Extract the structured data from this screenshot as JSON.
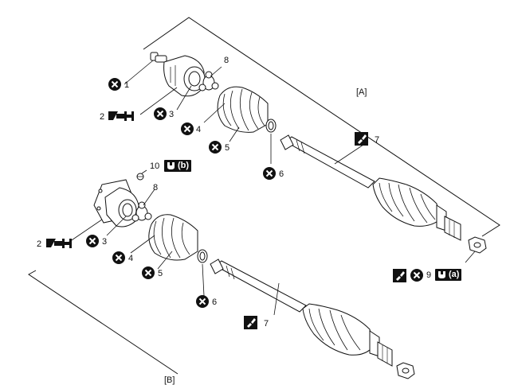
{
  "diagram": {
    "groups": [
      {
        "id": "A",
        "label": "[A]"
      },
      {
        "id": "B",
        "label": "[B]"
      }
    ],
    "callouts": {
      "n1": "1",
      "n2": "2",
      "n3": "3",
      "n4": "4",
      "n5": "5",
      "n6": "6",
      "n7": "7",
      "n8": "8",
      "n9": "9",
      "n10": "10"
    },
    "torque_tags": {
      "a": "(a)",
      "b": "(b)"
    },
    "icons": {
      "do_not_reuse": "x-circle-icon",
      "special_tool": "puller-tool-icon",
      "grease": "grease-brush-icon",
      "torque": "torque-wrench-icon"
    },
    "colors": {
      "ink": "#111111",
      "paper": "#ffffff"
    }
  }
}
